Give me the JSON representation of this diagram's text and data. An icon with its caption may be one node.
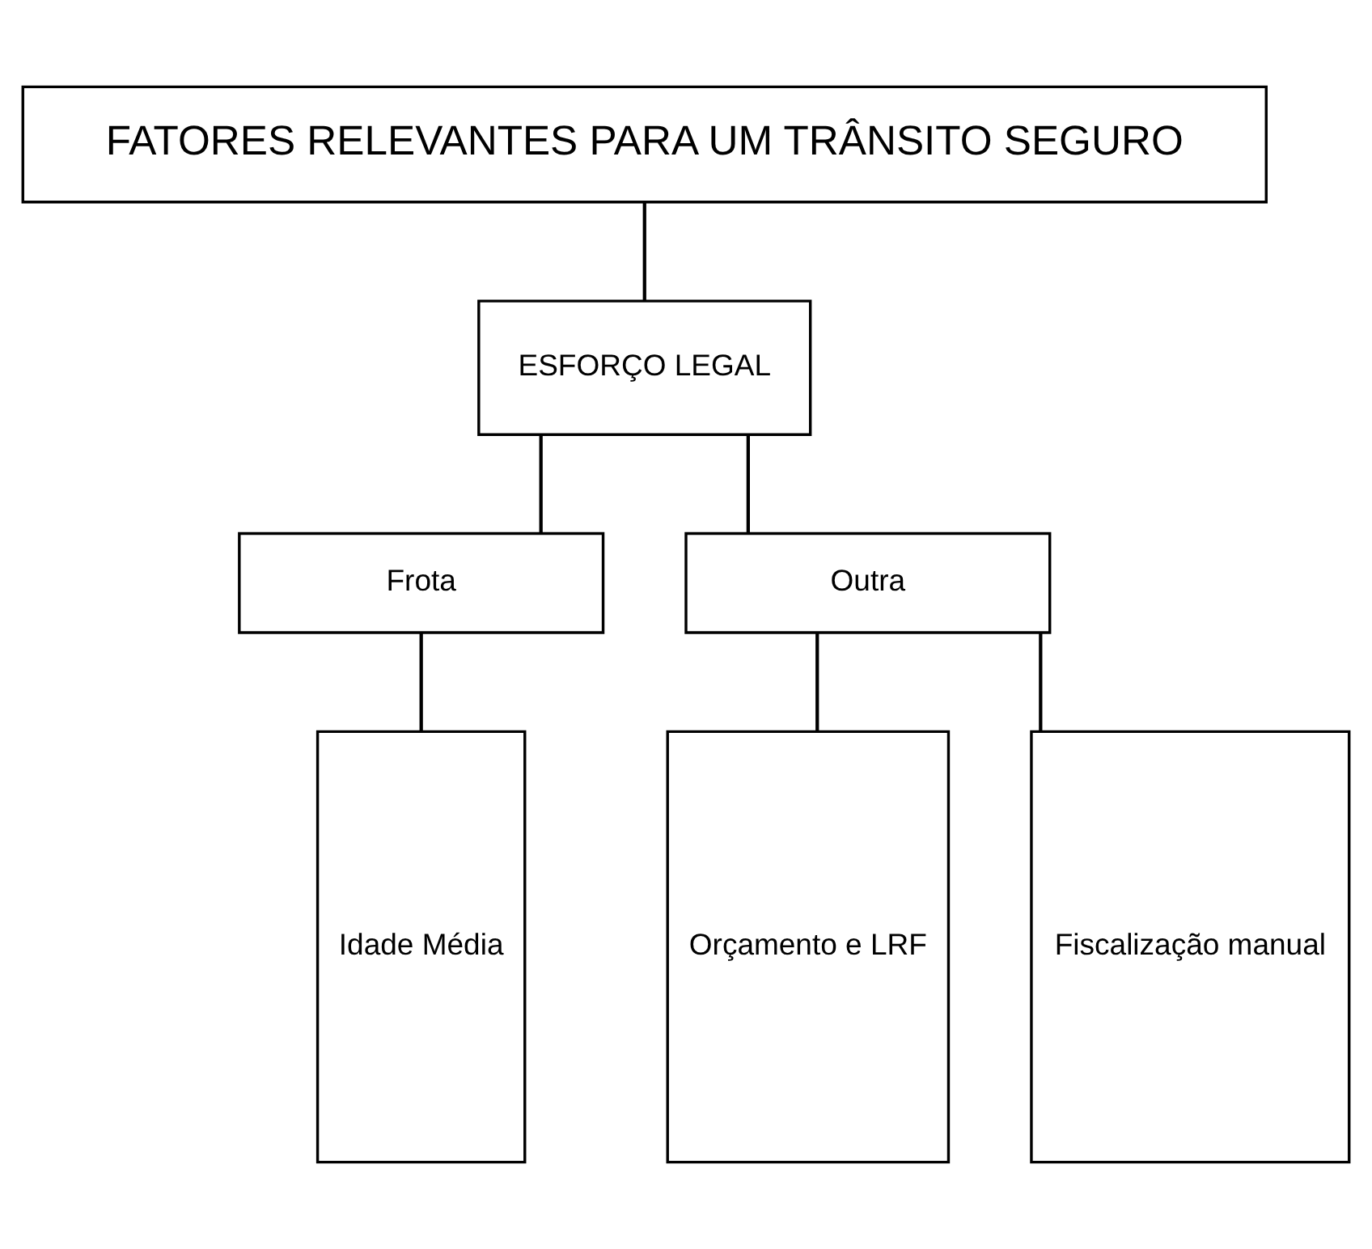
{
  "diagram": {
    "nodes": [
      {
        "text": [
          "FATORES RELEVANTES PARA UM TRÂNSITO SEGURO"
        ]
      },
      {
        "text": [
          "ESFORÇO LEGAL"
        ]
      },
      {
        "text": [
          "Frota"
        ]
      },
      {
        "text": [
          "Outra"
        ]
      },
      {
        "text": [
          "Idade Média"
        ]
      },
      {
        "text": [
          "Orçamento e LRF"
        ]
      },
      {
        "text": [
          "Fiscalização manual"
        ]
      }
    ],
    "edges": [
      {
        "from": 0,
        "to": 1,
        "arrow": "none"
      },
      {
        "from": 1,
        "to": 2,
        "arrow": "none"
      },
      {
        "from": 1,
        "to": 3,
        "arrow": "none"
      },
      {
        "from": 2,
        "to": 4,
        "arrow": "none"
      },
      {
        "from": 3,
        "to": 5,
        "arrow": "none"
      },
      {
        "from": 3,
        "to": 6,
        "arrow": "none"
      }
    ]
  }
}
